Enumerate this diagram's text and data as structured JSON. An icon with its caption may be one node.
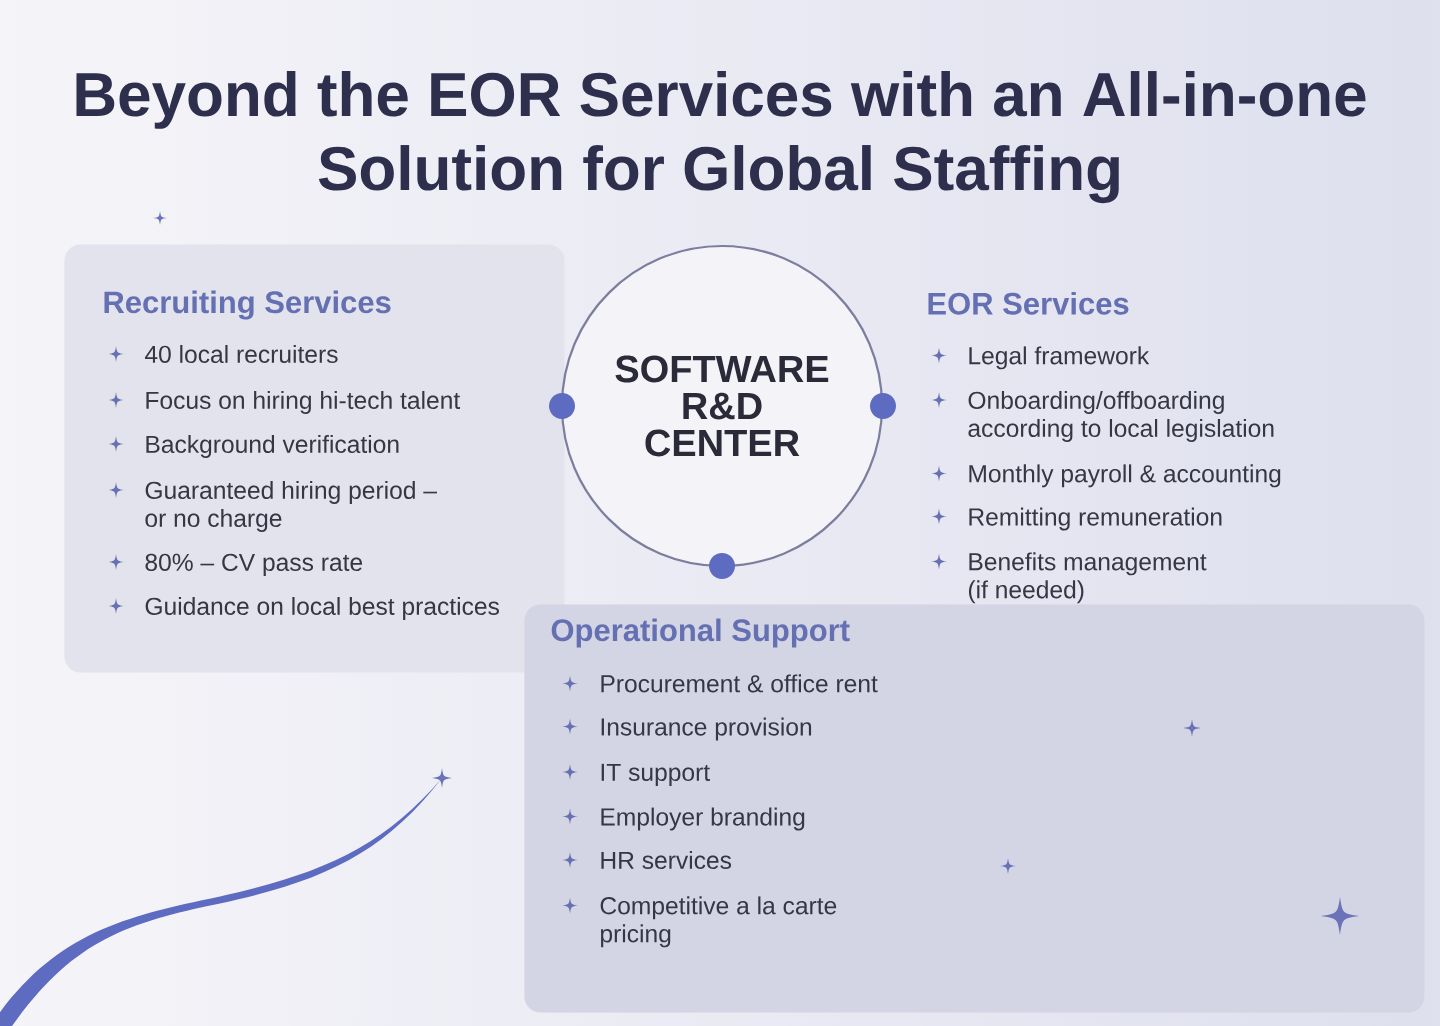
{
  "diagram": {
    "title": "Beyond the EOR Services with an All-in-one Solution for Global Staffing",
    "nodes": [
      {
        "text": [
          "Recruiting Services",
          "40 local recruiters",
          "Focus on hiring hi-tech talent",
          "Background verification",
          "Guaranteed hiring period – or no charge",
          "80% – CV pass rate",
          "Guidance on local best practices"
        ]
      },
      {
        "text": [
          "SOFTWARE R&D CENTER"
        ]
      },
      {
        "text": [
          "EOR Services",
          "Legal framework",
          "Onboarding/offboarding according to local legislation",
          "Monthly payroll & accounting",
          "Remitting remuneration",
          "Benefits management (if needed)"
        ]
      },
      {
        "text": [
          "Operational Support",
          "Procurement & office rent",
          "Insurance provision",
          "IT support",
          "Employer branding",
          "HR services",
          "Competitive a la carte pricing"
        ]
      }
    ]
  }
}
